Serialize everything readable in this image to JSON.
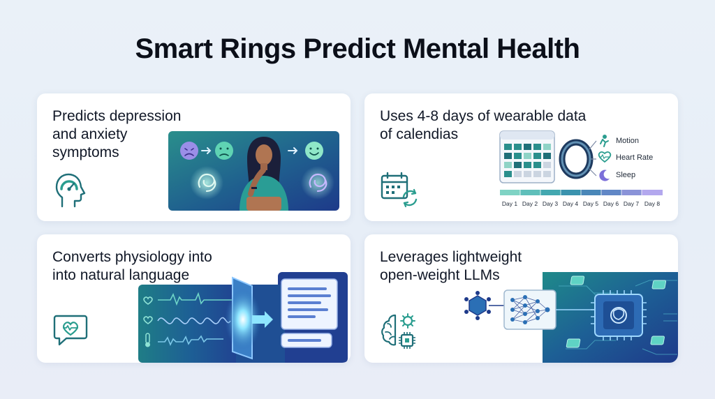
{
  "title": "Smart Rings Predict Mental Health",
  "cards": [
    {
      "lines": [
        "Predicts depression",
        "and anxiety",
        "symptoms"
      ],
      "icon": "head-gauge-icon"
    },
    {
      "lines": [
        "Uses 4-8 days of wearable data",
        "of calendias"
      ],
      "icon": "calendar-refresh-icon",
      "legend": [
        "Motion",
        "Heart Rate",
        "Sleep"
      ],
      "days": [
        "Day 1",
        "Day 2",
        "Day 3",
        "Day 4",
        "Day 5",
        "Day 6",
        "Day 7",
        "Day 8"
      ]
    },
    {
      "lines": [
        "Converts physiology into",
        "into natural language"
      ],
      "icon": "heart-chat-icon"
    },
    {
      "lines": [
        "Leverages lightweight",
        "open-weight LLMs"
      ],
      "icon": "brain-chip-icon"
    }
  ],
  "colors": {
    "teal": "#2a9d8f",
    "navy": "#1e3a8a",
    "purple": "#7c6fd9",
    "icon_stroke": "#1f6f78"
  }
}
